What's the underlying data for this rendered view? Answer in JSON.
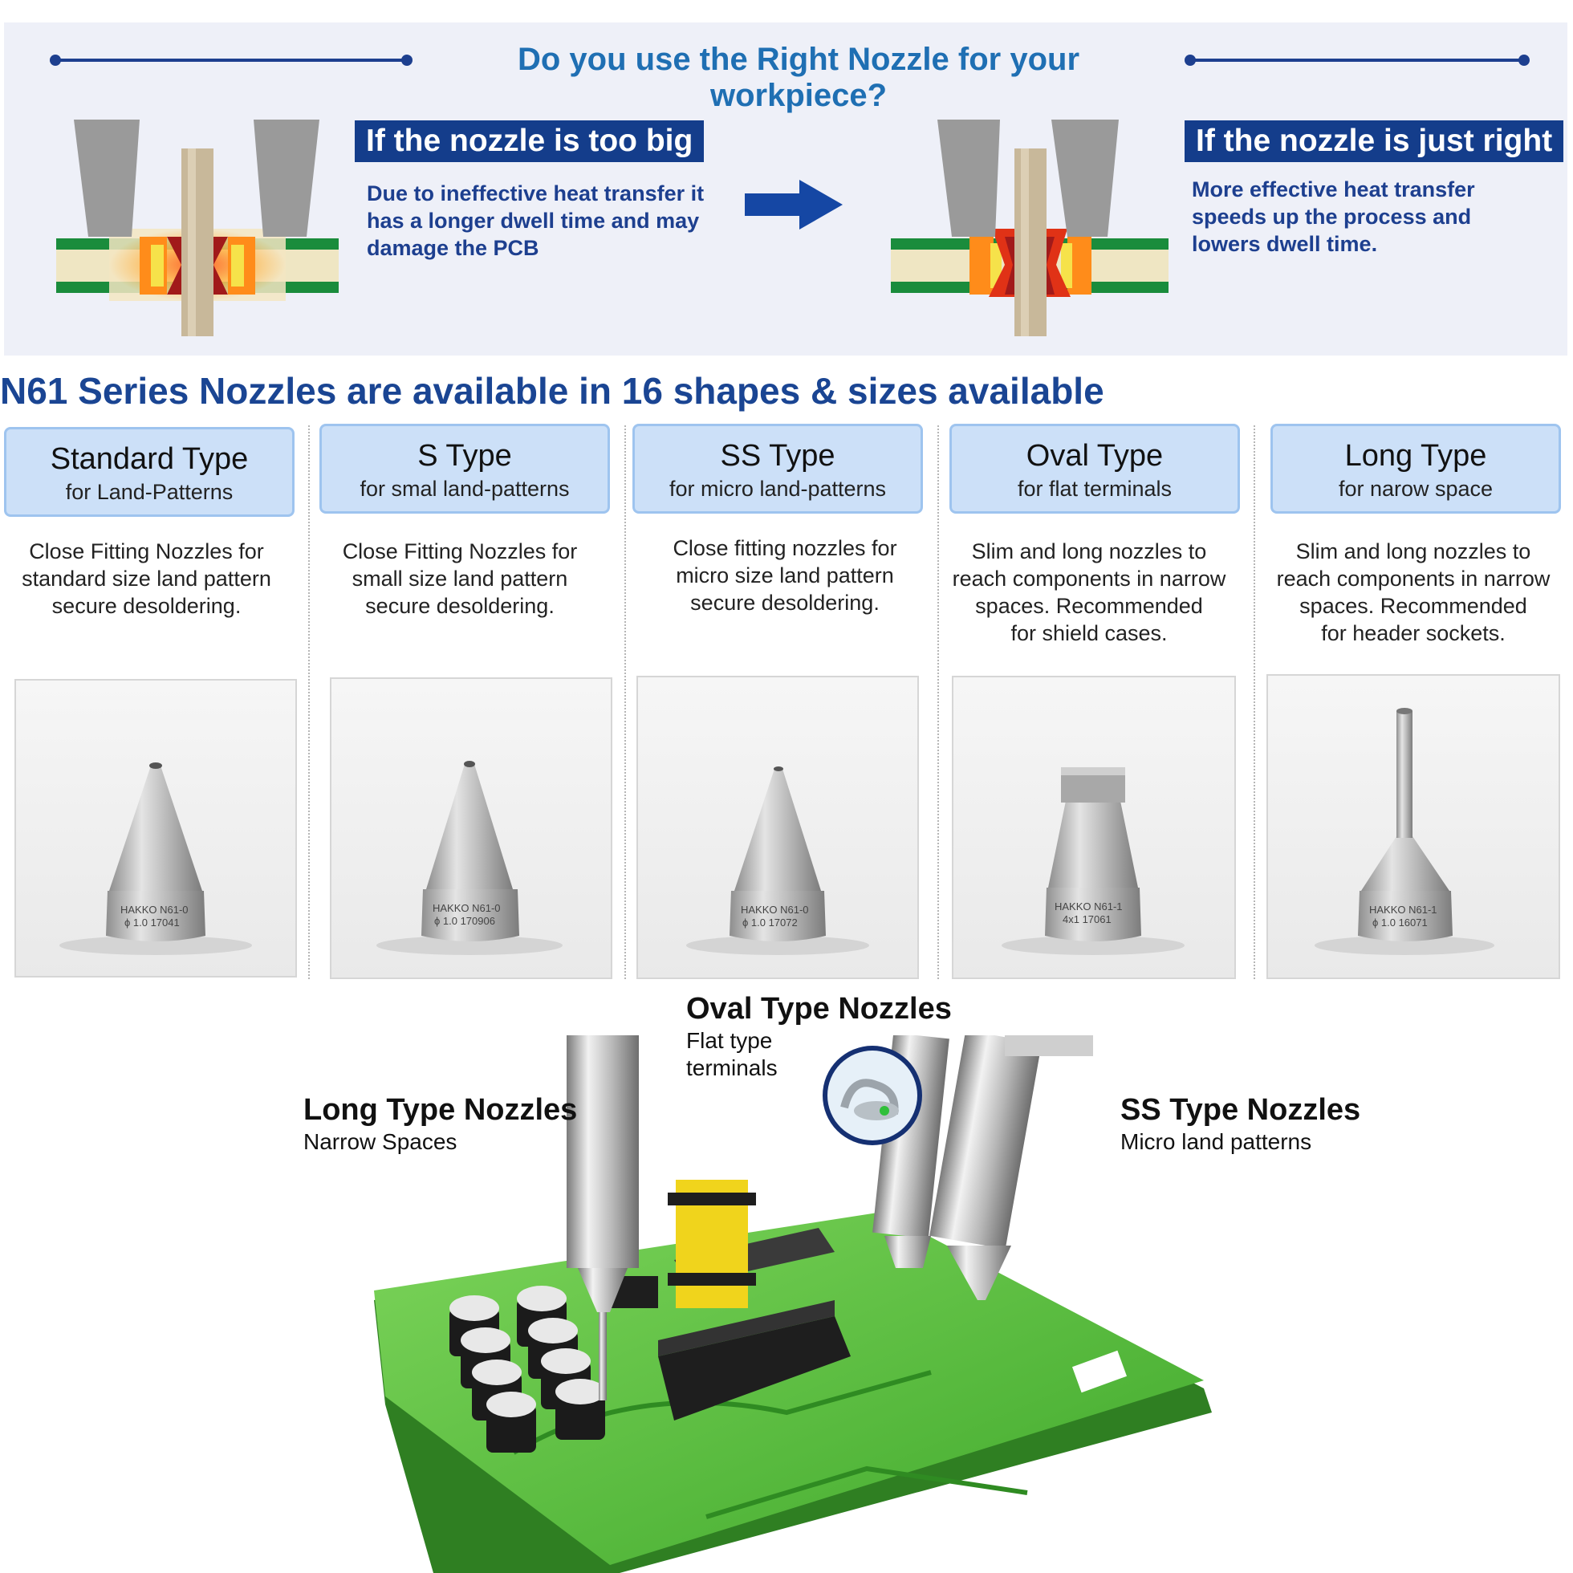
{
  "banner": {
    "question": "Do you use the Right Nozzle for your workpiece?",
    "too_big": {
      "heading": "If the nozzle is too big",
      "lines": [
        "Due to ineffective heat transfer it",
        "has a longer dwell time and may",
        "damage the PCB"
      ]
    },
    "just_right": {
      "heading": "If the nozzle is just right",
      "lines": [
        "More effective heat transfer",
        "speeds up the process and",
        "lowers dwell time."
      ]
    }
  },
  "series_title": "N61 Series Nozzles are available in 16 shapes & sizes available",
  "types": [
    {
      "name": "Standard Type",
      "sub": "for Land-Patterns",
      "desc": [
        "Close Fitting Nozzles for",
        "standard size land pattern",
        "secure desoldering."
      ],
      "marking": [
        "HAKKO N61-0",
        "ϕ 1.0  17041"
      ]
    },
    {
      "name": "S Type",
      "sub": "for smal land-patterns",
      "desc": [
        "Close Fitting Nozzles for",
        "small size land pattern",
        "secure desoldering."
      ],
      "marking": [
        "HAKKO N61-0",
        "ϕ 1.0  170906"
      ]
    },
    {
      "name": "SS Type",
      "sub": "for micro land-patterns",
      "desc": [
        "Close fitting nozzles for",
        "micro size land pattern",
        "secure desoldering."
      ],
      "marking": [
        "HAKKO N61-0",
        "ϕ 1.0  17072"
      ]
    },
    {
      "name": "Oval Type",
      "sub": "for flat terminals",
      "desc": [
        "Slim and long nozzles to",
        "reach components in narrow",
        "spaces. Recommended",
        "for shield cases."
      ],
      "marking": [
        "HAKKO N61-1",
        "4x1  17061"
      ]
    },
    {
      "name": "Long Type",
      "sub": "for narow space",
      "desc": [
        "Slim and long nozzles to",
        "reach components in narrow",
        "spaces. Recommended",
        "for header sockets."
      ],
      "marking": [
        "HAKKO N61-1",
        "ϕ 1.0  16071"
      ]
    }
  ],
  "callouts": {
    "oval": {
      "title": "Oval Type Nozzles",
      "sub": [
        "Flat type",
        "terminals"
      ]
    },
    "long": {
      "title": "Long Type Nozzles",
      "sub": [
        "Narrow Spaces"
      ]
    },
    "ss": {
      "title": "SS Type Nozzles",
      "sub": [
        "Micro land patterns"
      ]
    }
  },
  "colors": {
    "brand_blue": "#143d8b",
    "title_blue": "#1f6fb3",
    "pcb_green": "#5fc23d",
    "header_fill": "#cce0f8"
  }
}
